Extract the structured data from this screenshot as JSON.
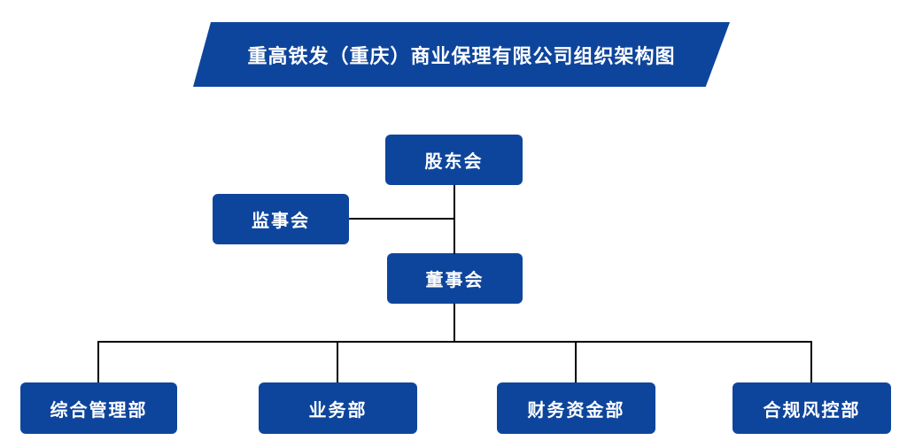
{
  "banner": {
    "title": "重高铁发（重庆）商业保理有限公司组织架构图"
  },
  "nodes": {
    "shareholders": "股东会",
    "supervisory": "监事会",
    "board": "董事会",
    "departments": [
      "综合管理部",
      "业务部",
      "财务资金部",
      "合规风控部"
    ]
  },
  "hierarchy": {
    "edges": [
      {
        "from": "股东会",
        "to": "董事会"
      },
      {
        "from": "监事会",
        "to": "股东会-董事会连线"
      },
      {
        "from": "董事会",
        "to": "综合管理部"
      },
      {
        "from": "董事会",
        "to": "业务部"
      },
      {
        "from": "董事会",
        "to": "财务资金部"
      },
      {
        "from": "董事会",
        "to": "合规风控部"
      }
    ]
  },
  "colors": {
    "node_fill": "#0e459c",
    "connector": "#000000",
    "node_text": "#ffffff",
    "background": "#ffffff"
  }
}
